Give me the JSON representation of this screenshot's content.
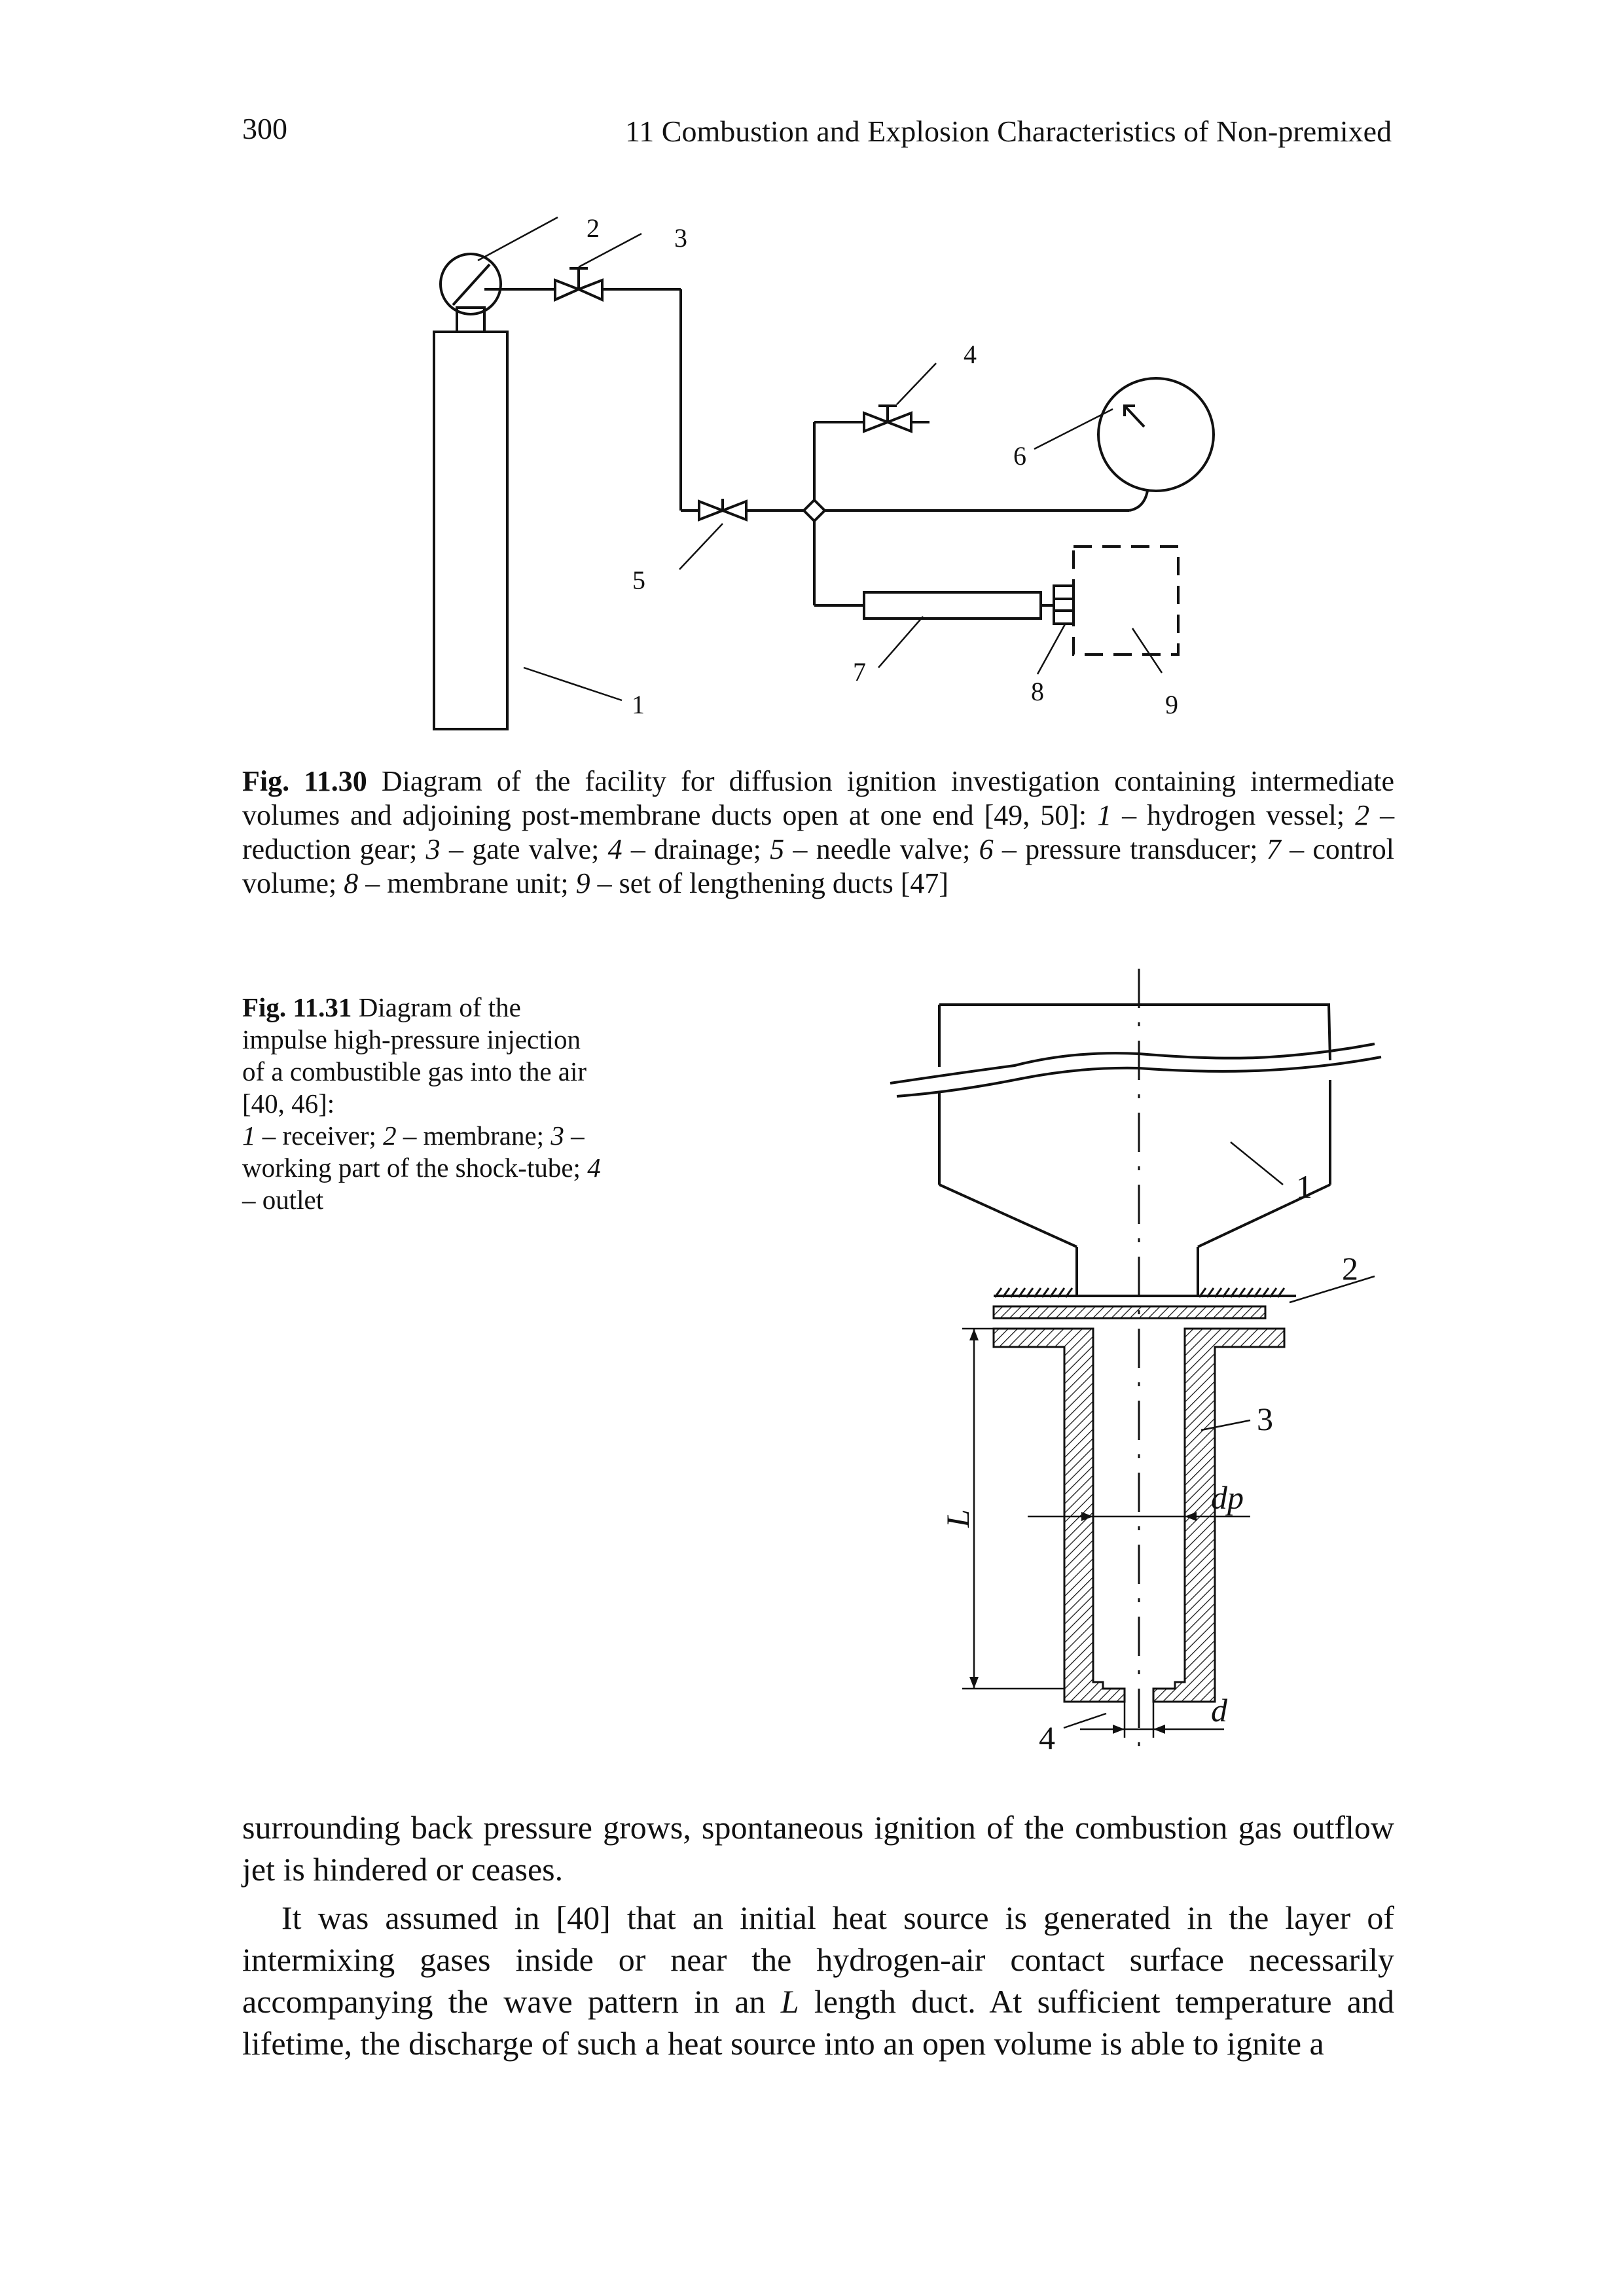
{
  "header": {
    "page_number": "300",
    "chapter_title": "11   Combustion and Explosion Characteristics of Non-premixed"
  },
  "figure_11_30": {
    "labels": [
      "1",
      "2",
      "3",
      "4",
      "5",
      "6",
      "7",
      "8",
      "9"
    ],
    "caption": {
      "fig_label": "Fig. 11.30",
      "text_intro": "Diagram of the facility for diffusion ignition investigation containing intermediate volumes and adjoining post-membrane ducts open at one end [49, 50]:",
      "items": [
        {
          "num": "1",
          "text": "– hydrogen vessel;"
        },
        {
          "num": "2",
          "text": "– reduction gear;"
        },
        {
          "num": "3",
          "text": "– gate valve;"
        },
        {
          "num": "4",
          "text": "– drainage;"
        },
        {
          "num": "5",
          "text": "– needle valve;"
        },
        {
          "num": "6",
          "text": "– pressure transducer;"
        },
        {
          "num": "7",
          "text": "– control volume;"
        },
        {
          "num": "8",
          "text": "– membrane unit;"
        },
        {
          "num": "9",
          "text": "– set of lengthening ducts [47]"
        }
      ]
    }
  },
  "figure_11_31": {
    "labels": [
      "1",
      "2",
      "3",
      "4",
      "L",
      "dp",
      "d"
    ],
    "caption": {
      "fig_label": "Fig. 11.31",
      "text_intro": "Diagram of the impulse high-pressure injection of a combustible gas into the air [40, 46]:",
      "items": [
        {
          "num": "1",
          "text": "– receiver;"
        },
        {
          "num": "2",
          "text": "– membrane;"
        },
        {
          "num": "3",
          "text": "– working part of the shock-tube;"
        },
        {
          "num": "4",
          "text": "– outlet"
        }
      ]
    }
  },
  "body": {
    "paragraph1": "surrounding back pressure grows, spontaneous ignition of the combustion gas outflow jet is hindered or ceases.",
    "paragraph2_part1": "It was assumed in [40] that an initial heat source is generated in the layer of intermixing gases inside or near the hydrogen-air contact surface necessarily accompanying the wave pattern in an",
    "paragraph2_italic": "L",
    "paragraph2_part2": "length duct. At sufficient temperature and lifetime, the discharge of such a heat source into an open volume is able to ignite a"
  }
}
